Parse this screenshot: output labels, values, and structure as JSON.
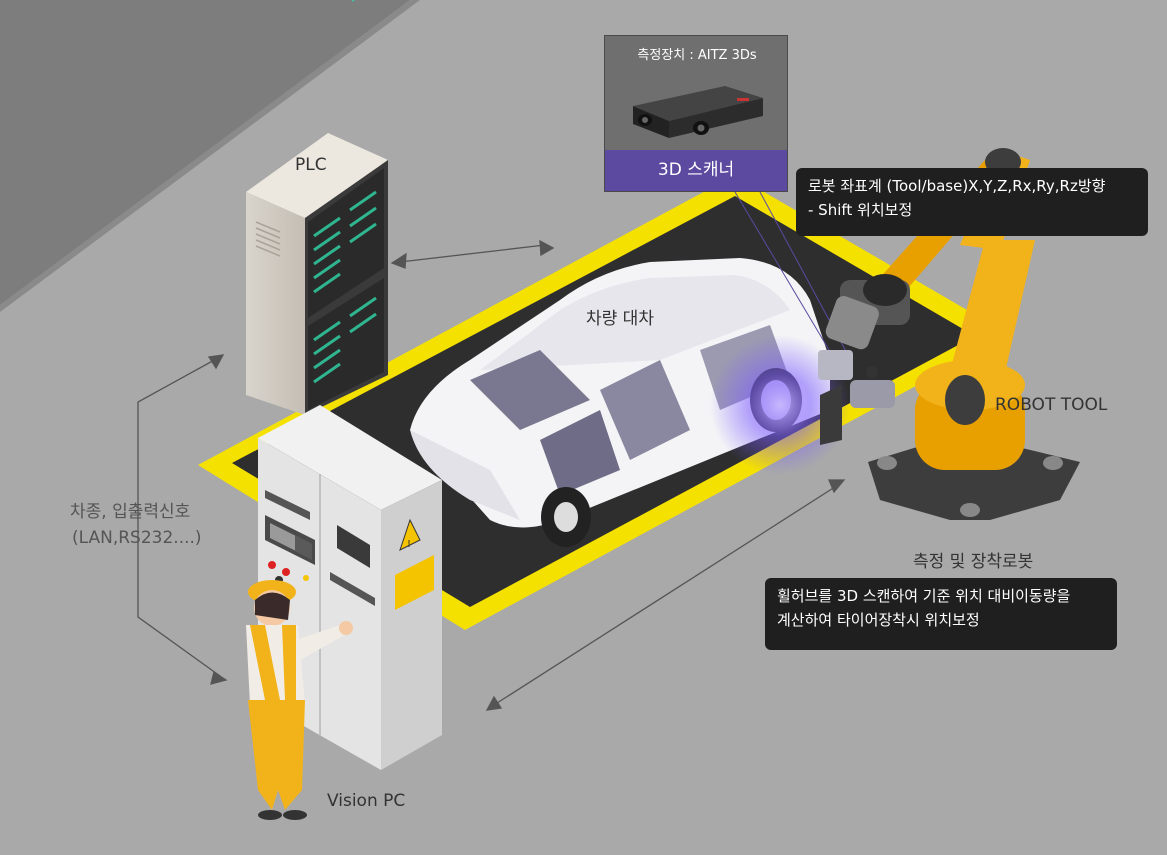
{
  "scanner": {
    "title": "측정장치 : AITZ 3Ds",
    "band_label": "3D 스캐너"
  },
  "labels": {
    "plc": "PLC",
    "vehicle_cart": "차량 대차",
    "robot_tool": "ROBOT TOOL",
    "measuring_robot": "측정 및 장착로봇",
    "vision_pc": "Vision PC",
    "signal_line1": "차종, 입출력신호",
    "signal_line2": "(LAN,RS232....)"
  },
  "callouts": {
    "robot_coord_line1": "로봇 좌표계 (Tool/base)X,Y,Z,Rx,Ry,Rz방향",
    "robot_coord_line2": "- Shift 위치보정",
    "wheel_scan_line1": "휠허브를 3D 스캔하여 기준 위치 대비이동량을",
    "wheel_scan_line2": "계산하여 타이어장착시 위치보정"
  },
  "colors": {
    "floor": "#a9a9a9",
    "wall": "#7d7d7d",
    "platform_border": "#f5e100",
    "platform_fill": "#2e2e2e",
    "robot": "#f2b31a",
    "scanner_band": "#5b4aa0",
    "callout_bg": "#1f1f1f",
    "scan_glow": "#7b5cff"
  }
}
